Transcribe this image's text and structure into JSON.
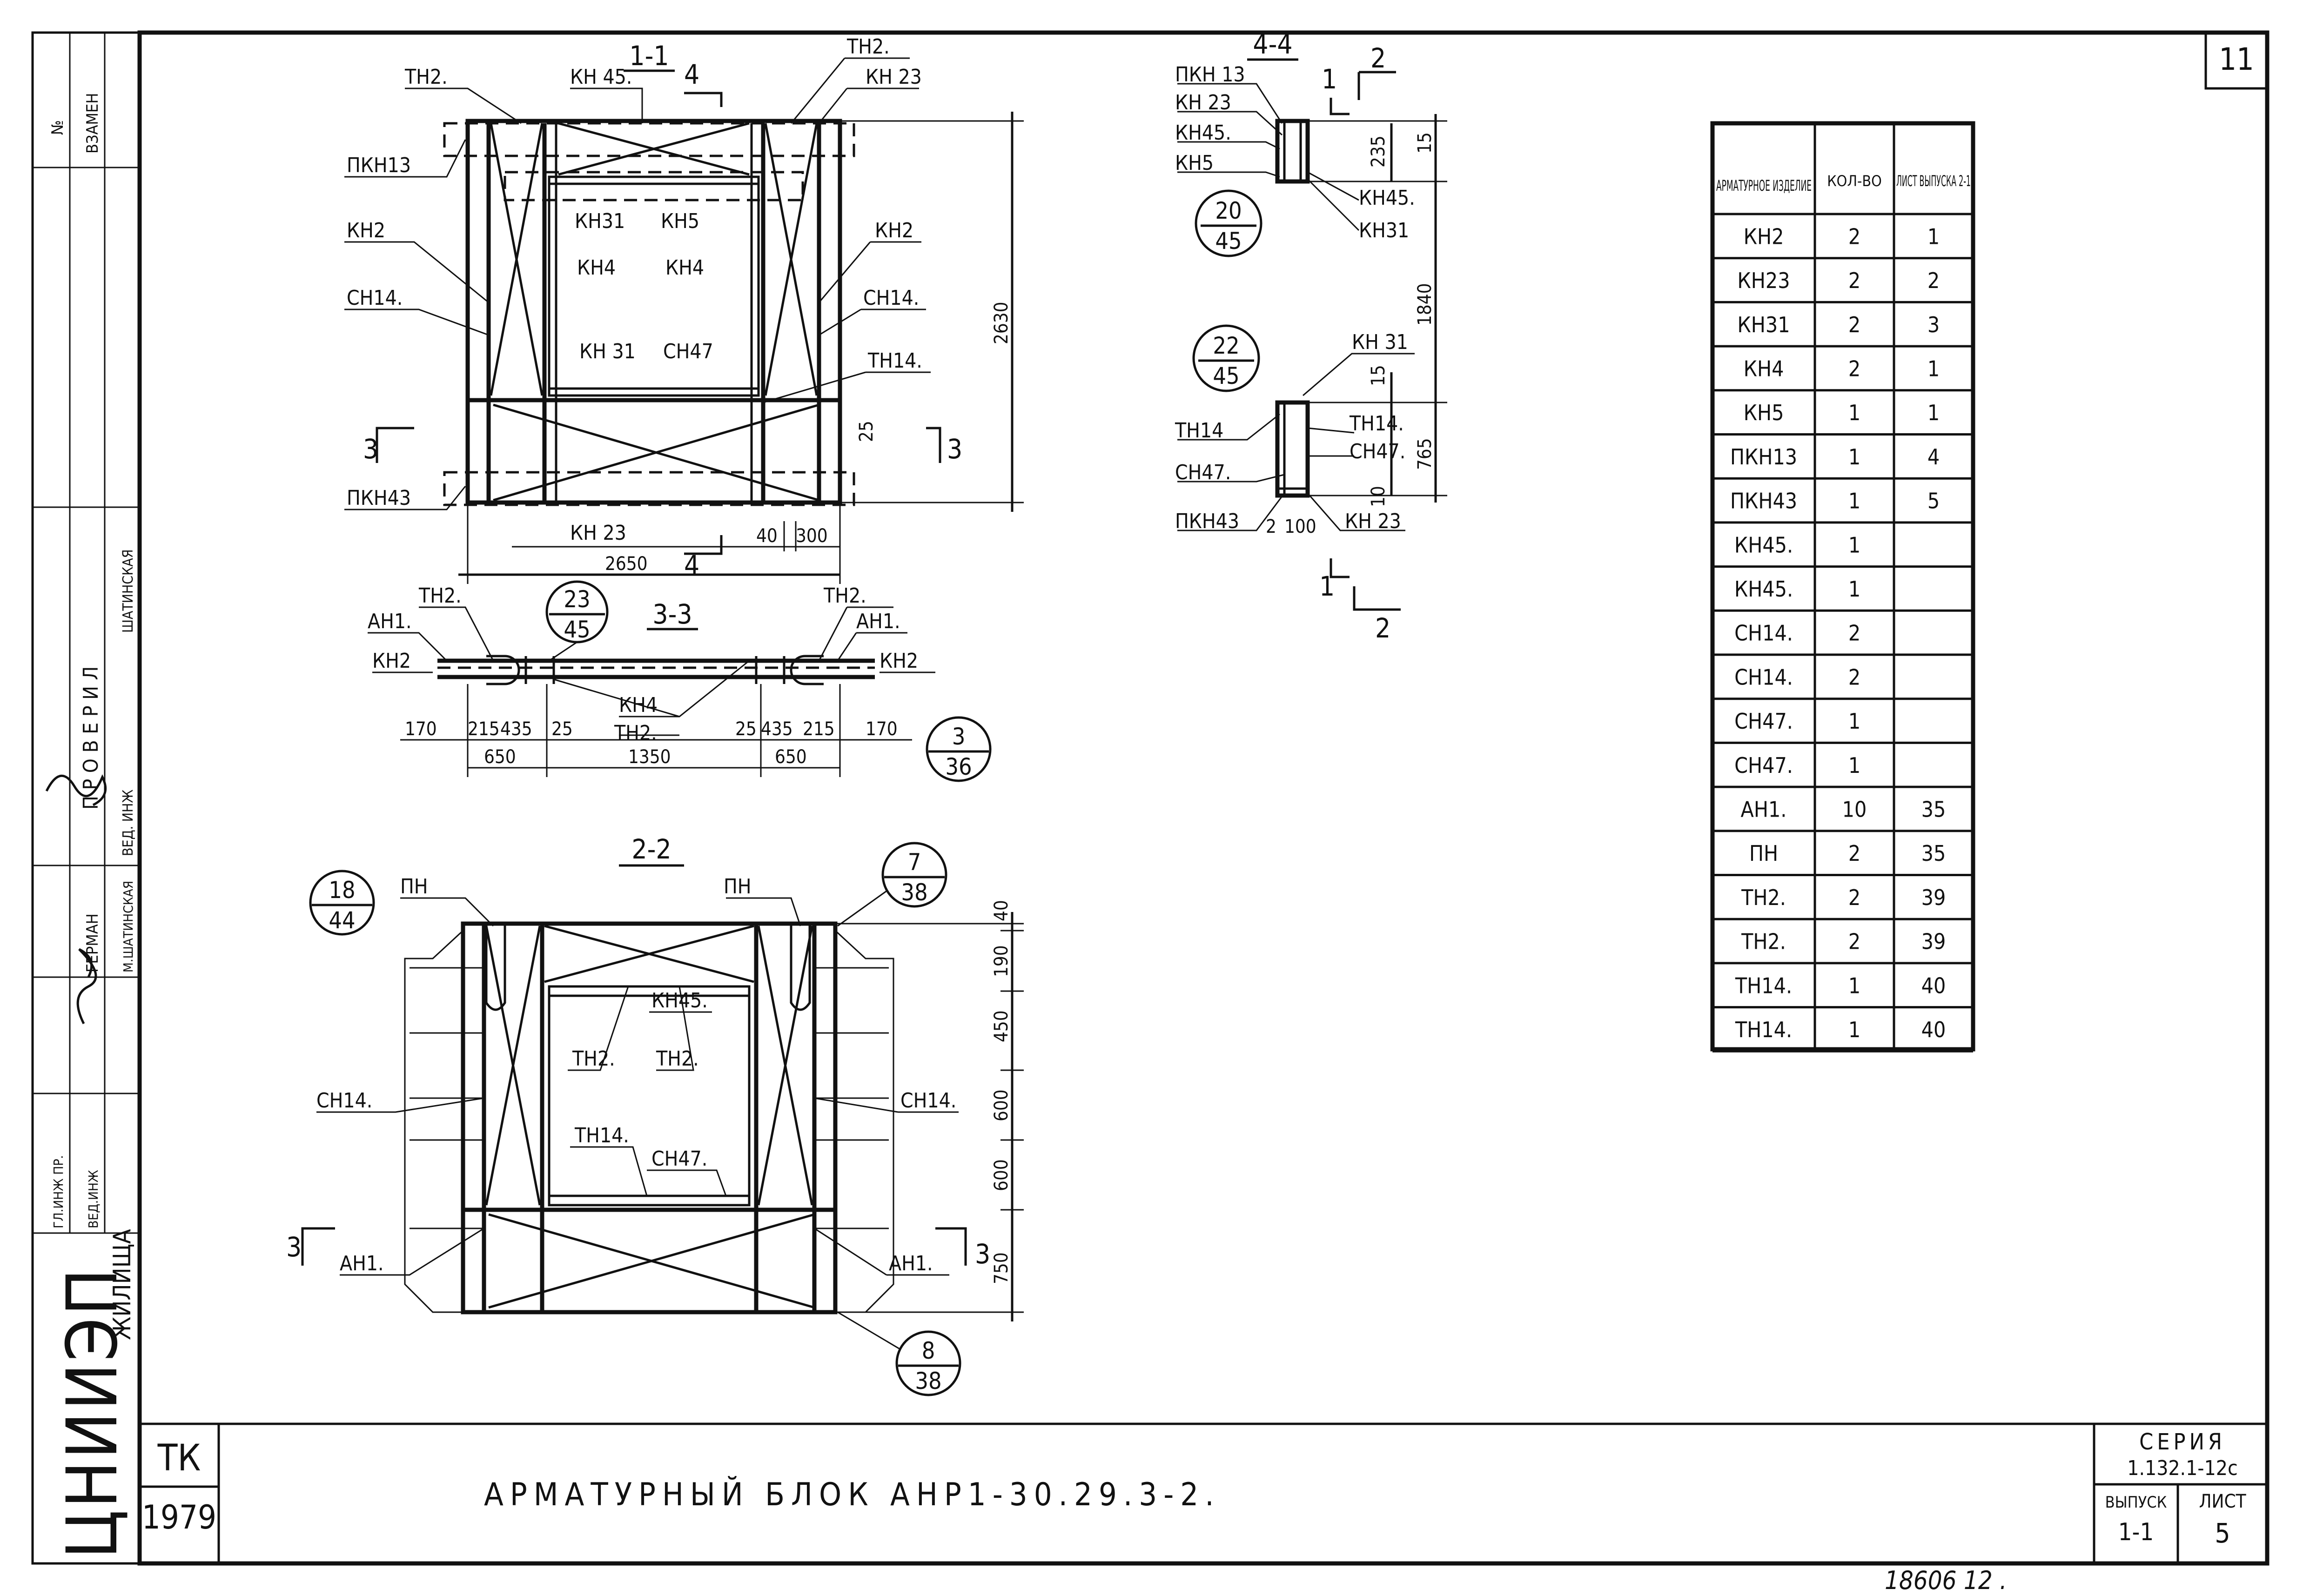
{
  "sheet": {
    "number": "11",
    "stamp_year": "1979",
    "stamp_code": "ТК",
    "title": "АРМАТУРНЫЙ БЛОК АНР1-30.29.3-2.",
    "series_label": "СЕРИЯ",
    "series_value": "1.132.1-12с",
    "issue_label": "ВЫПУСК",
    "issue_value": "1-1",
    "sheet_label": "ЛИСТ",
    "sheet_value": "5",
    "footer_note": "18606 12 ."
  },
  "side_stamp": {
    "no_label": "№",
    "replaced_label": "ВЗАМЕН",
    "checked_label": "П Р О В Е Р И Л",
    "name_shatinskaya": "ШАТИНСКАЯ",
    "lead_eng_label": "ВЕД. ИНЖ",
    "german_label": "ГЕРМАН",
    "m_shatinskaya": "М.ШАТИНСКАЯ",
    "chief_eng_label": "ГЛ.ИНЖ ПР.",
    "lead_eng_label2": "ВЕД.ИНЖ",
    "org_name": "ЦНИИЭП",
    "org_suffix": "ЖИЛИЩА"
  },
  "table": {
    "headers": [
      "АРМАТУРНОЕ ИЗДЕЛИЕ",
      "КОЛ-ВО",
      "ЛИСТ ВЫПУСКА 2-1"
    ],
    "rows": [
      [
        "КН2",
        "2",
        "1"
      ],
      [
        "КН23",
        "2",
        "2"
      ],
      [
        "КН31",
        "2",
        "3"
      ],
      [
        "КН4",
        "2",
        "1"
      ],
      [
        "КН5",
        "1",
        "1"
      ],
      [
        "ПКН13",
        "1",
        "4"
      ],
      [
        "ПКН43",
        "1",
        "5"
      ],
      [
        "КН45.",
        "1",
        ""
      ],
      [
        "КН45.",
        "1",
        ""
      ],
      [
        "СН14.",
        "2",
        ""
      ],
      [
        "СН14.",
        "2",
        ""
      ],
      [
        "СН47.",
        "1",
        ""
      ],
      [
        "СН47.",
        "1",
        ""
      ],
      [
        "АН1.",
        "10",
        "35"
      ],
      [
        "ПН",
        "2",
        "35"
      ],
      [
        "ТН2.",
        "2",
        "39"
      ],
      [
        "ТН2.",
        "2",
        "39"
      ],
      [
        "ТН14.",
        "1",
        "40"
      ],
      [
        "ТН14.",
        "1",
        "40"
      ]
    ]
  },
  "section_1_1": {
    "caption": "1-1",
    "labels": {
      "tn2_left": "ТН2.",
      "kn45": "КН 45.",
      "tn2_right": "ТН2.",
      "kn23_top": "КН 23",
      "pkn13": "ПКН13",
      "kn2_left": "КН2",
      "kn2_right": "КН2",
      "kn31_a": "КН31",
      "kn5": "КН5",
      "kn4_a": "КН4",
      "kn4_b": "КН4",
      "ch14_left": "СН14.",
      "ch14_right": "СН14.",
      "kn31_b": "КН 31",
      "ch47": "СН47",
      "tn14": "ТН14.",
      "pkn43": "ПКН43",
      "kn23_bottom": "КН 23"
    },
    "dims": {
      "height": "2630",
      "width": "2650",
      "d40": "40",
      "d300": "300",
      "d25": "25"
    },
    "cut_marks": {
      "four_top": "4",
      "four_bottom": "4",
      "three_left": "3",
      "three_right": "3"
    }
  },
  "section_4_4": {
    "caption": "4-4",
    "labels": {
      "pkn13": "ПКН 13",
      "kn23": "КН 23",
      "kn45": "КН45.",
      "kn5": "КН5",
      "kn45b": "КН45.",
      "kn31": "КН31",
      "kn31b": "КН 31",
      "tn14": "ТН14",
      "tn14b": "ТН14.",
      "ch47": "СН47.",
      "ch47b": "СН47.",
      "pkn43": "ПКН43",
      "kn23b": "КН 23"
    },
    "dims": {
      "d235": "235",
      "d15": "15",
      "d1840": "1840",
      "d15b": "15",
      "d765": "765",
      "d10": "10",
      "d2": "2",
      "d100": "100"
    },
    "bubbles": [
      {
        "top": "20",
        "bottom": "45"
      },
      {
        "top": "22",
        "bottom": "45"
      }
    ],
    "cut_marks": {
      "two_top": "2",
      "one_top": "1",
      "one_bottom": "1",
      "two_bottom": "2"
    }
  },
  "section_3_3": {
    "caption": "3-3",
    "labels": {
      "tn2_left": "ТН2.",
      "ah1_left": "АН1.",
      "kn2_left": "КН2",
      "tn2_right": "ТН2.",
      "ah1_right": "АН1.",
      "kn2_right": "КН2",
      "kn4": "КН4",
      "tn2_mid": "ТН2."
    },
    "dims": {
      "d170a": "170",
      "d215a": "215",
      "d435a": "435",
      "d25a": "25",
      "d25b": "25",
      "d435b": "435",
      "d215b": "215",
      "d170b": "170",
      "d650a": "650",
      "d1350": "1350",
      "d650b": "650"
    },
    "bubbles": [
      {
        "top": "23",
        "bottom": "45"
      },
      {
        "top": "3",
        "bottom": "36"
      }
    ]
  },
  "section_2_2": {
    "caption": "2-2",
    "labels": {
      "pn_left": "ПН",
      "pn_right": "ПН",
      "kn45": "КН45.",
      "tn2_a": "ТН2.",
      "tn2_b": "ТН2.",
      "tn14": "ТН14.",
      "ch47": "СН47.",
      "ch14_left": "СН14.",
      "ch14_right": "СН14.",
      "ah1_left": "АН1.",
      "ah1_right": "АН1."
    },
    "dims": {
      "d40": "40",
      "d190": "190",
      "d450": "450",
      "d600a": "600",
      "d600b": "600",
      "d750": "750"
    },
    "bubbles": [
      {
        "top": "18",
        "bottom": "44"
      },
      {
        "top": "7",
        "bottom": "38"
      },
      {
        "top": "8",
        "bottom": "38"
      }
    ],
    "cut_marks": {
      "three_left": "3",
      "three_right": "3"
    }
  }
}
